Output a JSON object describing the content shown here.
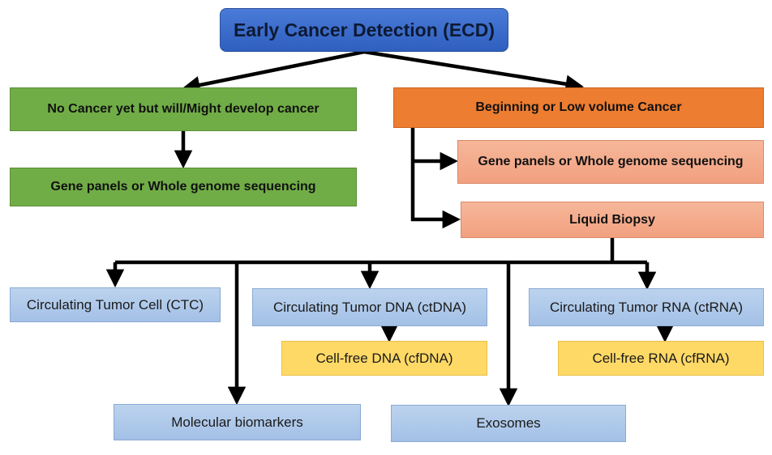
{
  "root": {
    "label": "Early Cancer Detection (ECD)"
  },
  "left_branch": {
    "label": "No Cancer yet but will/Might develop cancer",
    "child": "Gene panels or Whole genome sequencing"
  },
  "right_branch": {
    "label": "Beginning or Low volume Cancer",
    "children": [
      "Gene panels or Whole genome sequencing",
      "Liquid Biopsy"
    ]
  },
  "liquid_biopsy_components": {
    "ctc": "Circulating Tumor Cell (CTC)",
    "ctdna": "Circulating Tumor DNA (ctDNA)",
    "cfdna": "Cell-free DNA (cfDNA)",
    "ctrna": "Circulating Tumor RNA (ctRNA)",
    "cfrna": "Cell-free RNA (cfRNA)",
    "biomarkers": "Molecular biomarkers",
    "exosomes": "Exosomes"
  },
  "colors": {
    "root": "#2f5fbf",
    "green": "#71ad47",
    "orange": "#ed7d31",
    "salmon": "#f4ab8c",
    "blue": "#afc9ea",
    "yellow": "#ffd966",
    "connector": "#000000"
  }
}
